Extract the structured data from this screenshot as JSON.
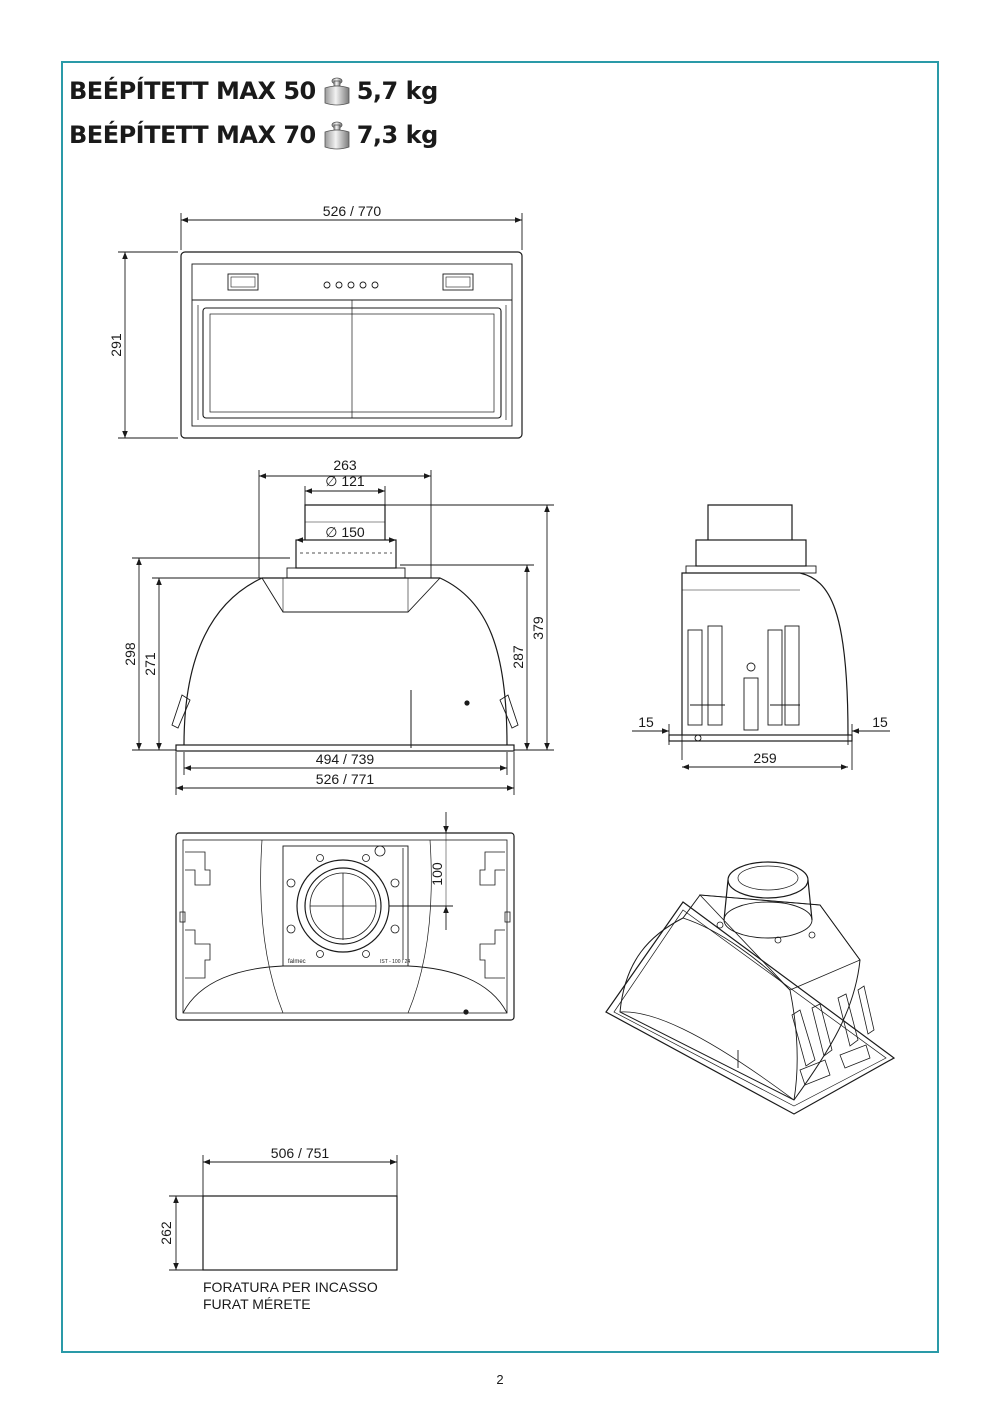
{
  "header": {
    "line1": {
      "model": "BEÉPÍTETT MAX 50",
      "weight": "5,7 kg"
    },
    "line2": {
      "model": "BEÉPÍTETT MAX 70",
      "weight": "7,3 kg"
    },
    "weight_icon": "weight-icon"
  },
  "front_view": {
    "width": "526 / 770",
    "height": "291"
  },
  "side_view": {
    "top_span": "263",
    "outlet_inner": "∅ 121",
    "outlet_outer": "∅ 150",
    "h_left_outer": "298",
    "h_left_inner": "271",
    "h_right_inner": "287",
    "h_right_outer": "379",
    "w_inner": "494 / 739",
    "w_outer": "526 / 771"
  },
  "end_view": {
    "left_margin": "15",
    "right_margin": "15",
    "depth": "259"
  },
  "top_view": {
    "offset": "100",
    "brand_mark": "falmec",
    "label_code": "IST - 100 / 24"
  },
  "cutout": {
    "width": "506 / 751",
    "height": "262",
    "label_line1": "FORATURA PER INCASSO",
    "label_line2": "FURAT MÉRETE"
  },
  "page": {
    "number": "2"
  },
  "colors": {
    "frame": "#2a9aa8",
    "line": "#1a1a1a"
  }
}
